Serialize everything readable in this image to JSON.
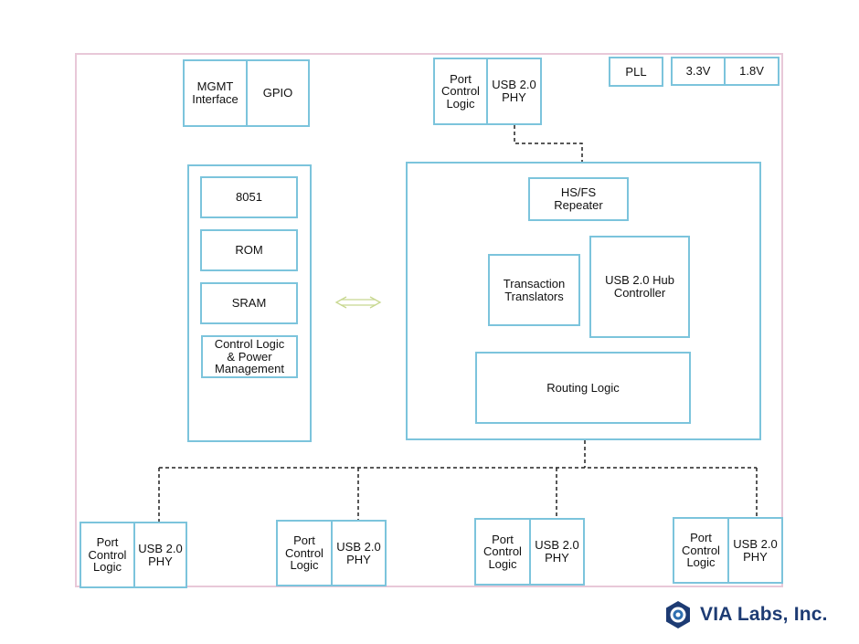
{
  "top": {
    "mgmt": "MGMT\nInterface",
    "gpio": "GPIO",
    "port_control": "Port\nControl\nLogic",
    "usb_phy": "USB 2.0\nPHY",
    "pll": "PLL",
    "v33": "3.3V",
    "v18": "1.8V"
  },
  "mcu": {
    "cpu": "8051",
    "rom": "ROM",
    "sram": "SRAM",
    "control": "Control Logic\n& Power\nManagement"
  },
  "hub": {
    "repeater": "HS/FS\nRepeater",
    "tt": "Transaction\nTranslators",
    "controller": "USB 2.0 Hub\nController",
    "routing": "Routing Logic"
  },
  "ports": [
    {
      "control": "Port\nControl\nLogic",
      "phy": "USB 2.0\nPHY"
    },
    {
      "control": "Port\nControl\nLogic",
      "phy": "USB 2.0\nPHY"
    },
    {
      "control": "Port\nControl\nLogic",
      "phy": "USB 2.0\nPHY"
    },
    {
      "control": "Port\nControl\nLogic",
      "phy": "USB 2.0\nPHY"
    }
  ],
  "logo": {
    "text": "VIA Labs, Inc.",
    "icon": "via-labs-logo-icon"
  },
  "colors": {
    "box_border": "#7cc4dc",
    "outer_border": "#e8c8d8",
    "arrow": "#c8d890",
    "logo_blue": "#1d3b73"
  }
}
